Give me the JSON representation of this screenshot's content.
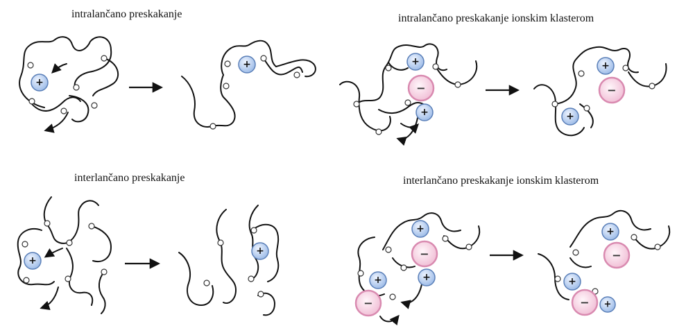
{
  "titles": {
    "intra": "intralančano preskakanje",
    "intra_cluster": "intralančano preskakanje ionskim klasterom",
    "inter": "interlančano preskakanje",
    "inter_cluster": "interlančano preskakanje ionskim klasterom"
  },
  "ions": {
    "cation_symbol": "+",
    "anion_symbol": "−"
  },
  "colors": {
    "cation_fill": "#a9c6ef",
    "cation_stroke": "#5a7fb8",
    "anion_fill": "#f7d2e2",
    "anion_stroke": "#d98ab0",
    "chain": "#111111"
  }
}
